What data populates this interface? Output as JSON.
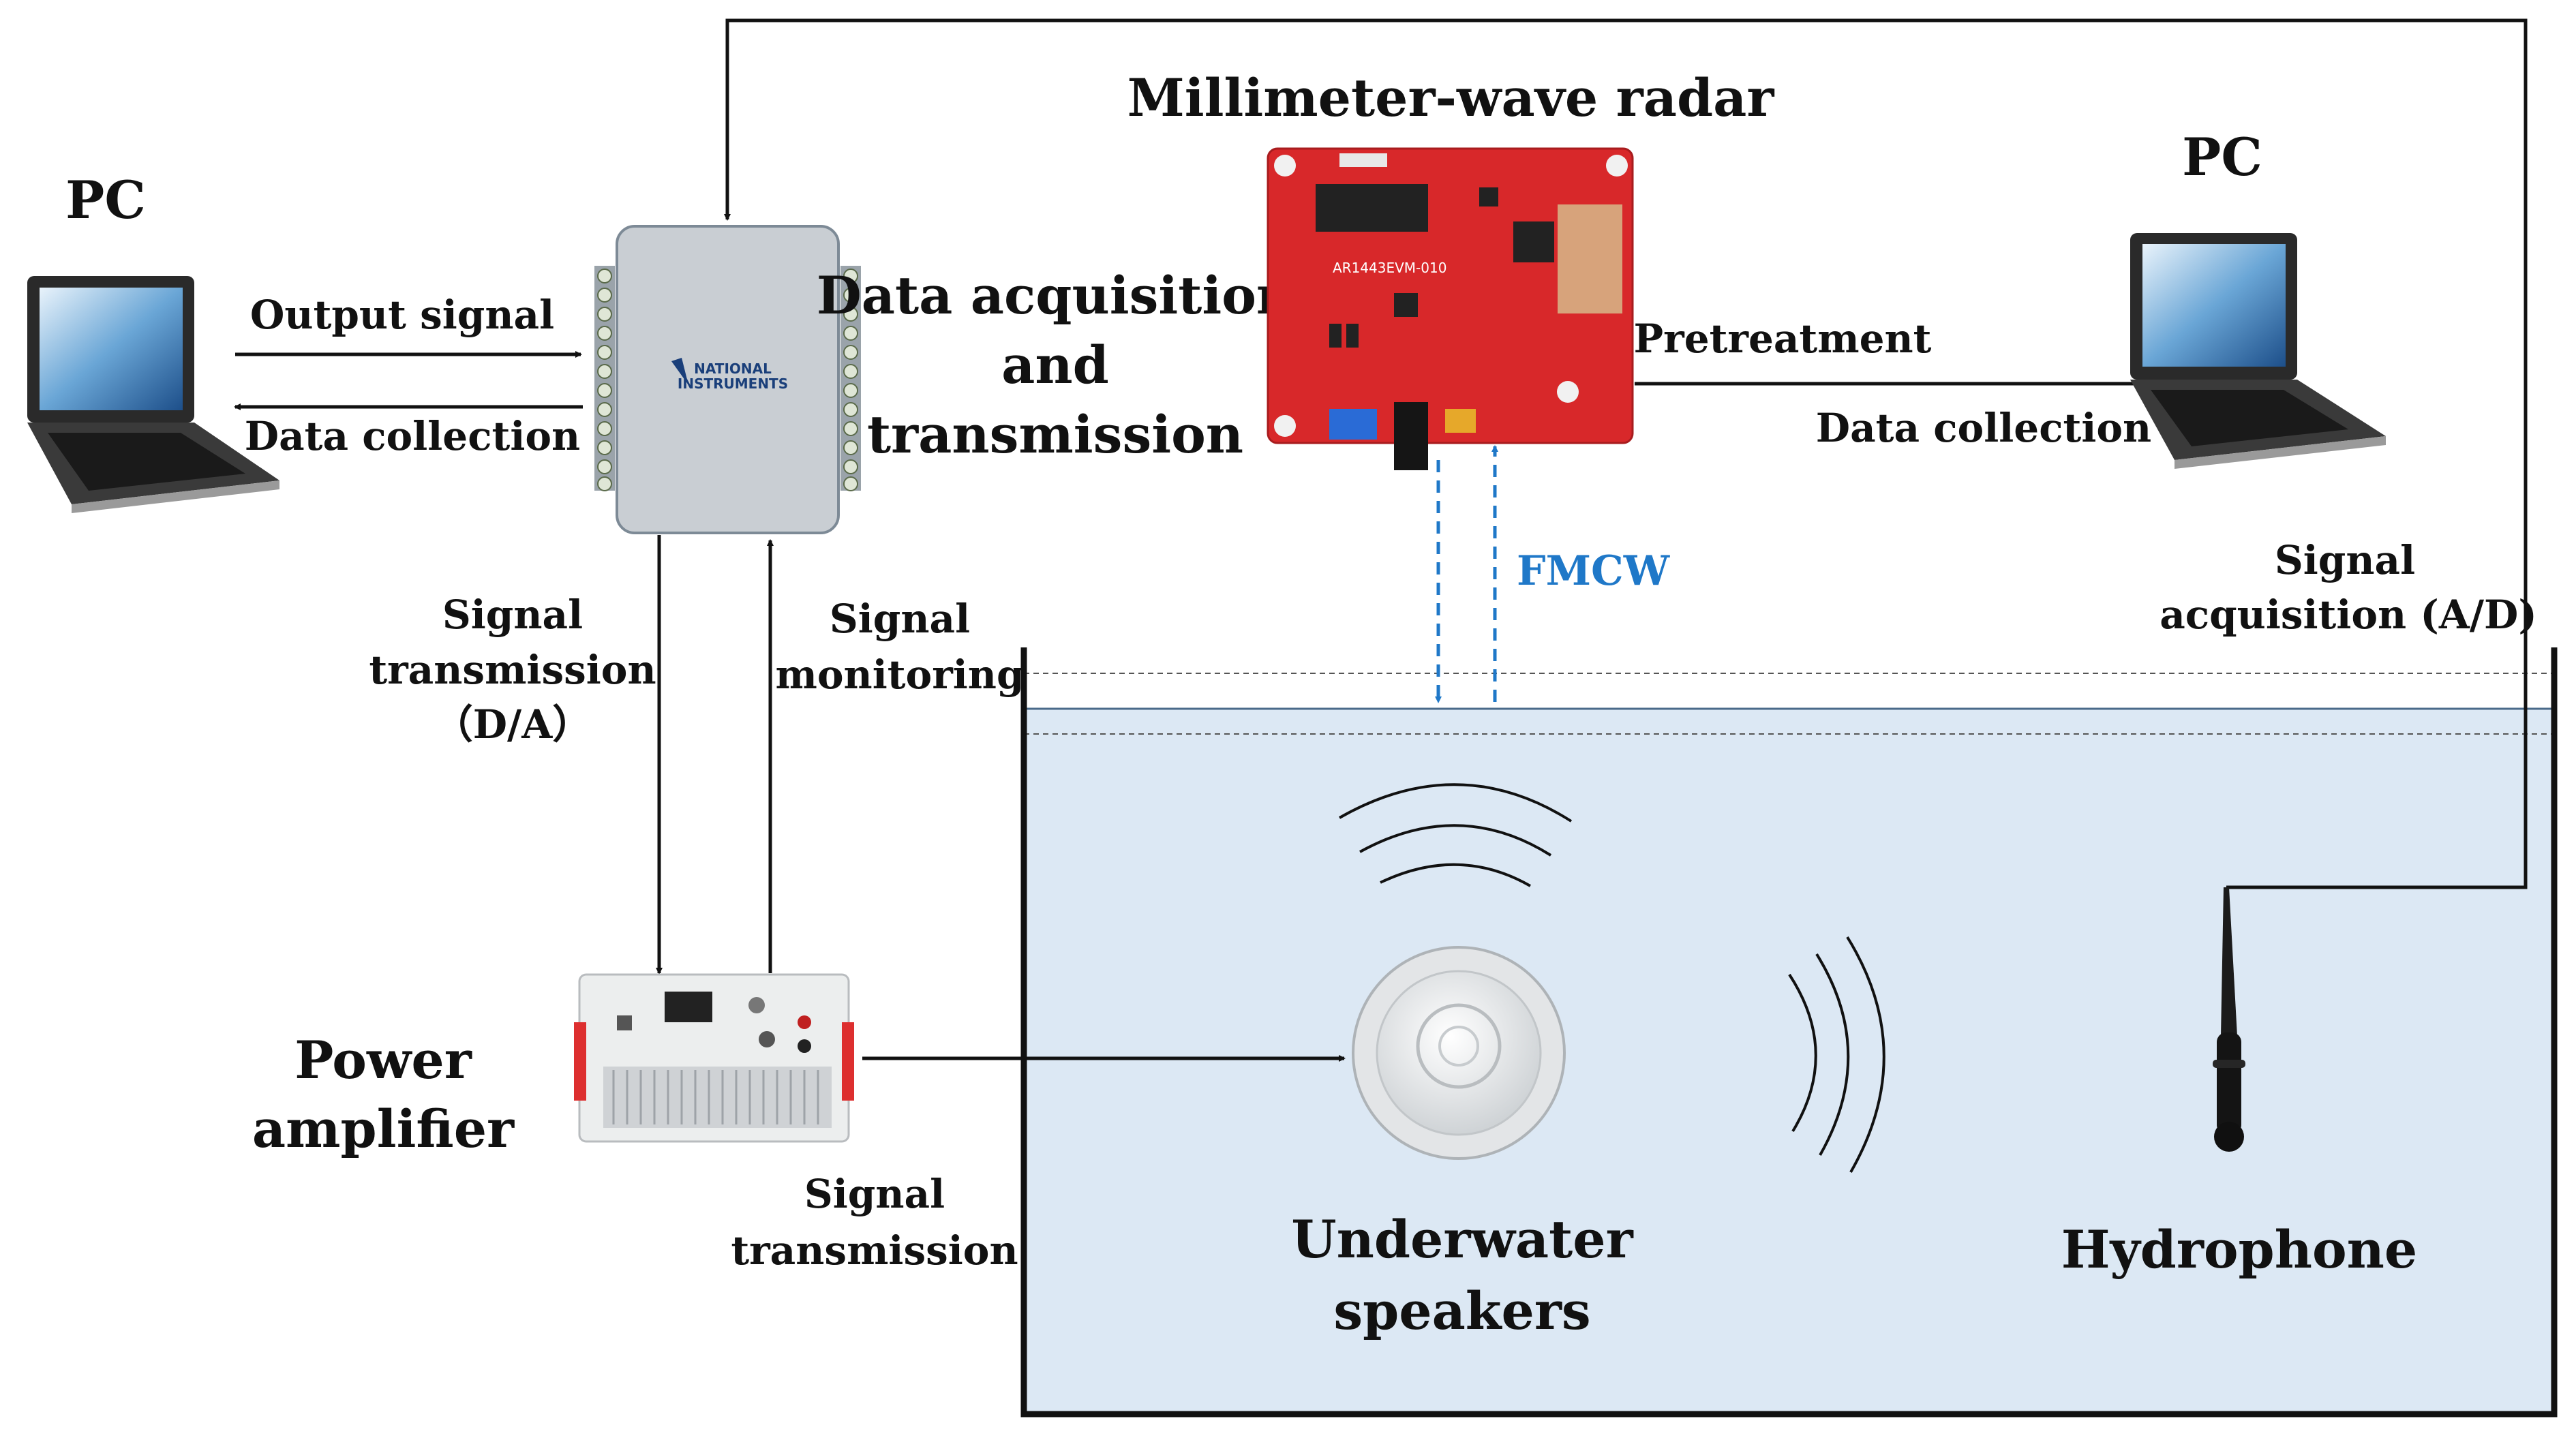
{
  "labels": {
    "pc_left": "PC",
    "pc_right": "PC",
    "output_signal": "Output signal",
    "data_collection_left": "Data collection",
    "daq_line1": "Data acquisition",
    "daq_line2": "and",
    "daq_line3": "transmission",
    "radar_title": "Millimeter-wave radar",
    "pretreatment": "Pretreatment",
    "data_collection_right": "Data collection",
    "fmcw": "FMCW",
    "signal_acq_line1": "Signal",
    "signal_acq_line2": "acquisition (A/D)",
    "signal_tx_da_line1": "Signal",
    "signal_tx_da_line2": "transmission",
    "signal_tx_da_line3": "（D/A）",
    "signal_mon_line1": "Signal",
    "signal_mon_line2": "monitoring",
    "power_amp_line1": "Power",
    "power_amp_line2": "amplifier",
    "signal_tx_line1": "Signal",
    "signal_tx_line2": "transmission",
    "speaker_line1": "Underwater",
    "speaker_line2": "speakers",
    "hydrophone": "Hydrophone"
  },
  "device_text": {
    "ni_logo_line1": "NATIONAL",
    "ni_logo_line2": "INSTRUMENTS",
    "radar_board_id": "AR1443EVM-010"
  },
  "colors": {
    "fmcw": "#1f78c8",
    "water": "#dce8f4",
    "radar_board": "#d8282a",
    "daq_body": "#c9ced3"
  }
}
